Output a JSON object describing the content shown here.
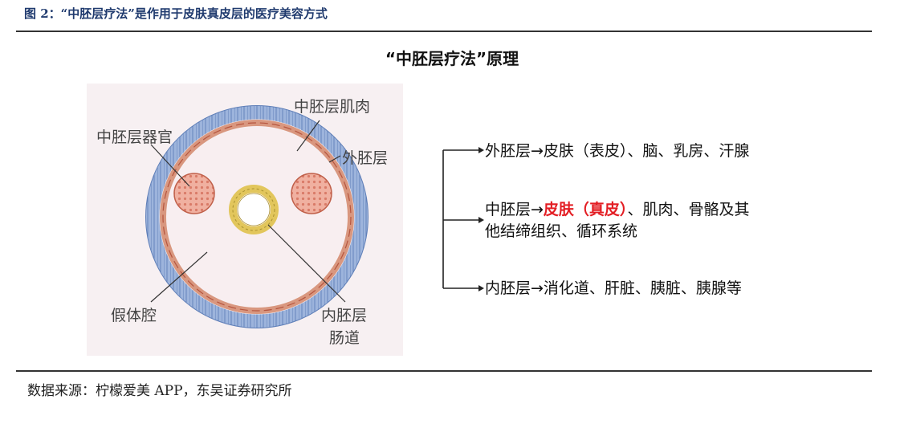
{
  "figure": {
    "caption": "图 2：“中胚层疗法”是作用于皮肤真皮层的医疗美容方式",
    "title": "“中胚层疗法”原理",
    "source": "数据来源：柠檬爱美 APP，东吴证券研究所"
  },
  "illustration": {
    "labels": {
      "mesoderm_muscle": "中胚层肌肉",
      "mesoderm_organ": "中胚层器官",
      "ectoderm": "外胚层",
      "pseudocoel": "假体腔",
      "endoderm": "内胚层",
      "gut": "肠道"
    }
  },
  "branches": [
    {
      "head": "外胚层→",
      "highlight": "",
      "rest": "皮肤（表皮）、脑、乳房、汗腺",
      "rest2": ""
    },
    {
      "head": "中胚层→",
      "highlight": "皮肤（真皮）",
      "rest": "、肌肉、骨骼及其",
      "rest2": "他结缔组织、循环系统"
    },
    {
      "head": "内胚层→",
      "highlight": "",
      "rest": "消化道、肝脏、胰脏、胰腺等",
      "rest2": ""
    }
  ],
  "colors": {
    "caption": "#1f3a6e",
    "highlight": "#e31e24",
    "ectoderm_cells": "#8fa9d4",
    "muscle": "#d99a86",
    "organ": "#eba08c",
    "gut": "#e0c860"
  }
}
